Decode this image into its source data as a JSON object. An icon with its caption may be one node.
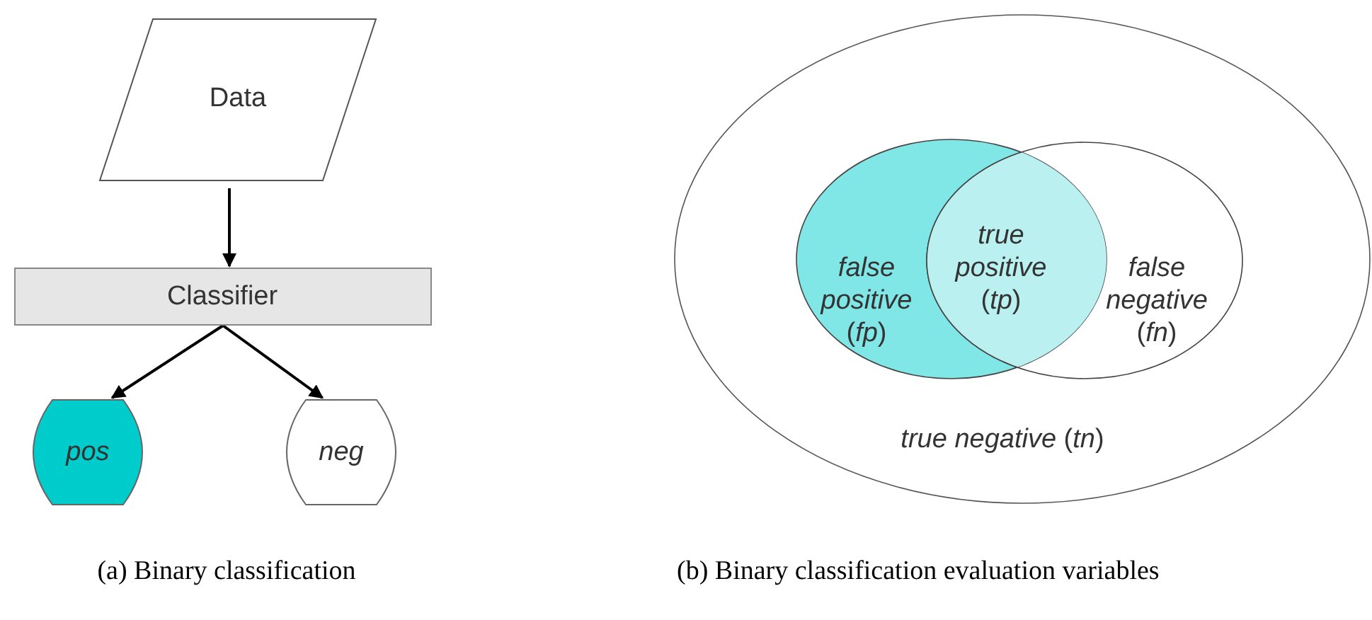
{
  "diagram": {
    "nodes": [
      {
        "text": [
          "Data"
        ]
      },
      {
        "text": [
          "Classifier"
        ]
      },
      {
        "text": [
          "pos"
        ]
      },
      {
        "text": [
          "neg"
        ]
      },
      {
        "text": [
          "*true negative* (*tn*)"
        ]
      },
      {
        "text": [
          "*false positive* (*fp*)"
        ],
        "in": 4
      },
      {
        "text": [
          "*false negative* (*fn*)"
        ],
        "in": 4
      }
    ],
    "edges": [
      {
        "from": 0,
        "to": 1,
        "arrow": "to"
      },
      {
        "from": 1,
        "to": 2,
        "arrow": "to"
      },
      {
        "from": 1,
        "to": 3,
        "arrow": "to"
      }
    ],
    "labels": [
      "*true positive* (*tp*)",
      "(a) Binary classification",
      "(b) Binary classification evaluation variables"
    ]
  }
}
